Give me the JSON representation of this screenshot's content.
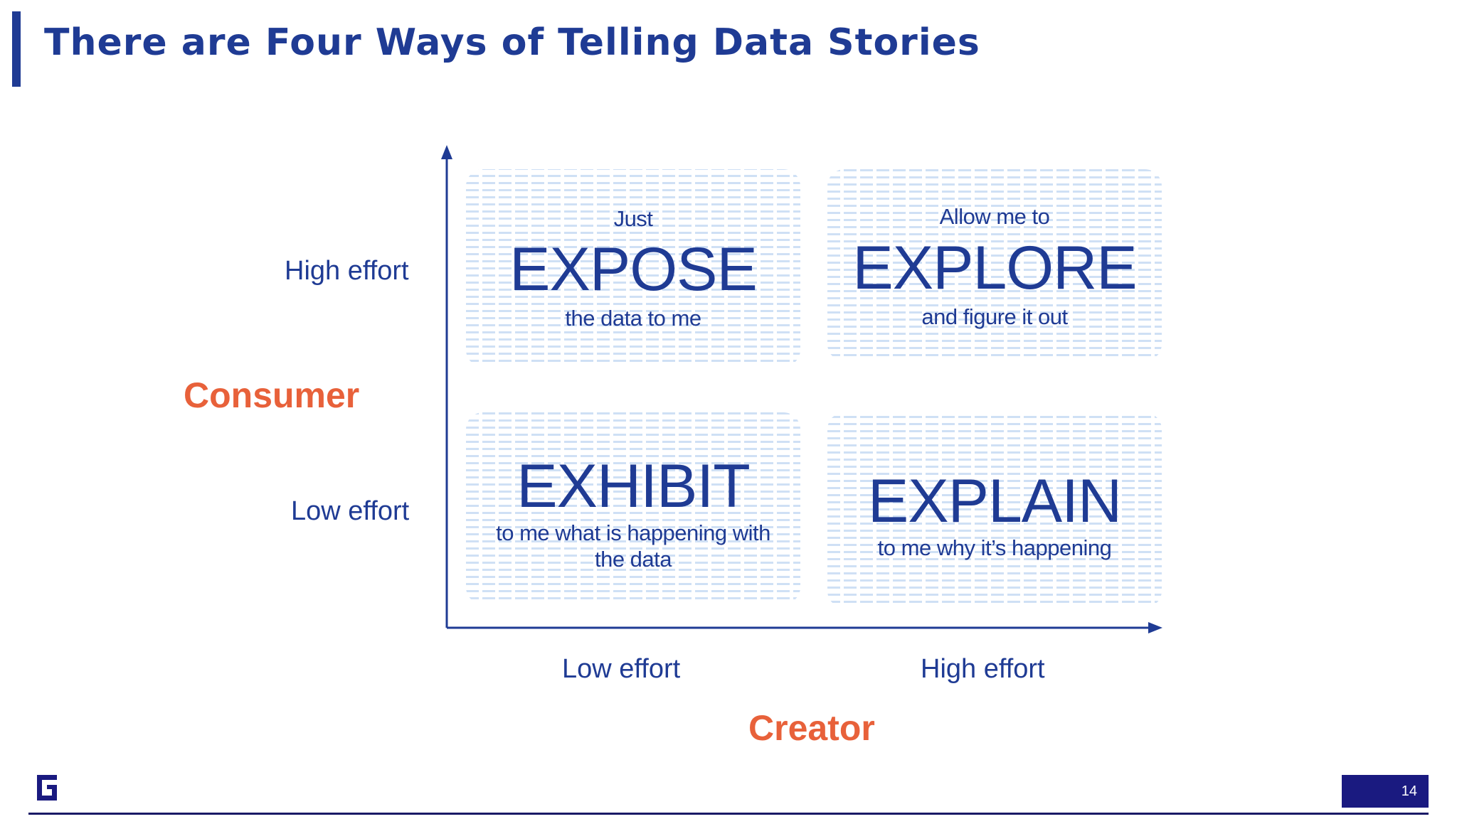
{
  "title": "There are Four Ways of Telling Data Stories",
  "y_axis": {
    "title": "Consumer",
    "high_label": "High effort",
    "low_label": "Low effort"
  },
  "x_axis": {
    "title": "Creator",
    "low_label": "Low effort",
    "high_label": "High effort"
  },
  "quadrants": {
    "expose": {
      "top": "Just",
      "keyword": "EXPOSE",
      "bottom": "the data to me"
    },
    "explore": {
      "top": "Allow me to",
      "keyword": "EXPLORE",
      "bottom": "and figure it out"
    },
    "exhibit": {
      "keyword": "EXHIBIT",
      "bottom_line1": "to me what is happening with",
      "bottom_line2": "the data"
    },
    "explain": {
      "keyword": "EXPLAIN",
      "bottom": "to me why it’s happening"
    }
  },
  "footer": {
    "page_number": "14",
    "logo_icon": "g-logo-icon"
  },
  "colors": {
    "primary": "#1f3b94",
    "accent": "#e8613a",
    "footer": "#1a1a80"
  }
}
